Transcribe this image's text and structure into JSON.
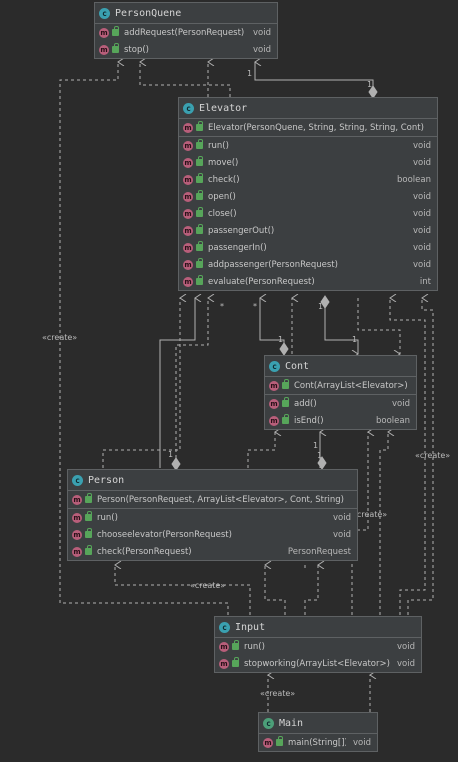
{
  "classes": {
    "personquene": {
      "name": "PersonQuene",
      "methods": [
        {
          "name": "addRequest(PersonRequest)",
          "type": "void"
        },
        {
          "name": "stop()",
          "type": "void"
        }
      ]
    },
    "elevator": {
      "name": "Elevator",
      "constructor": {
        "name": "Elevator(PersonQuene, String, String, String, Cont)",
        "type": ""
      },
      "methods": [
        {
          "name": "run()",
          "type": "void"
        },
        {
          "name": "move()",
          "type": "void"
        },
        {
          "name": "check()",
          "type": "boolean"
        },
        {
          "name": "open()",
          "type": "void"
        },
        {
          "name": "close()",
          "type": "void"
        },
        {
          "name": "passengerOut()",
          "type": "void"
        },
        {
          "name": "passengerIn()",
          "type": "void"
        },
        {
          "name": "addpassenger(PersonRequest)",
          "type": "void"
        },
        {
          "name": "evaluate(PersonRequest)",
          "type": "int"
        }
      ]
    },
    "cont": {
      "name": "Cont",
      "constructor": {
        "name": "Cont(ArrayList<Elevator>)",
        "type": ""
      },
      "methods": [
        {
          "name": "add()",
          "type": "void"
        },
        {
          "name": "isEnd()",
          "type": "boolean"
        }
      ]
    },
    "person": {
      "name": "Person",
      "constructor": {
        "name": "Person(PersonRequest, ArrayList<Elevator>, Cont, String)",
        "type": ""
      },
      "methods": [
        {
          "name": "run()",
          "type": "void"
        },
        {
          "name": "chooseelevator(PersonRequest)",
          "type": "void"
        },
        {
          "name": "check(PersonRequest)",
          "type": "PersonRequest"
        }
      ]
    },
    "input": {
      "name": "Input",
      "methods": [
        {
          "name": "run()",
          "type": "void"
        },
        {
          "name": "stopworking(ArrayList<Elevator>)",
          "type": "void"
        }
      ]
    },
    "main": {
      "name": "Main",
      "methods": [
        {
          "name": "main(String[])",
          "type": "void"
        }
      ]
    }
  },
  "icons": {
    "class": "class-icon",
    "method": "method-icon",
    "visibility": "public-visibility-icon",
    "class_letter": "c",
    "method_letter": "m"
  },
  "edge_labels": {
    "create": "«create»",
    "one": "1",
    "many": "*"
  },
  "colors": {
    "background": "#2b2b2b",
    "box": "#3c3f41",
    "border": "#5e6163",
    "edge": "#b0b0b0",
    "class_icon": "#3aa0b0",
    "method_icon": "#b85e7a",
    "public_icon": "#57a55a"
  }
}
